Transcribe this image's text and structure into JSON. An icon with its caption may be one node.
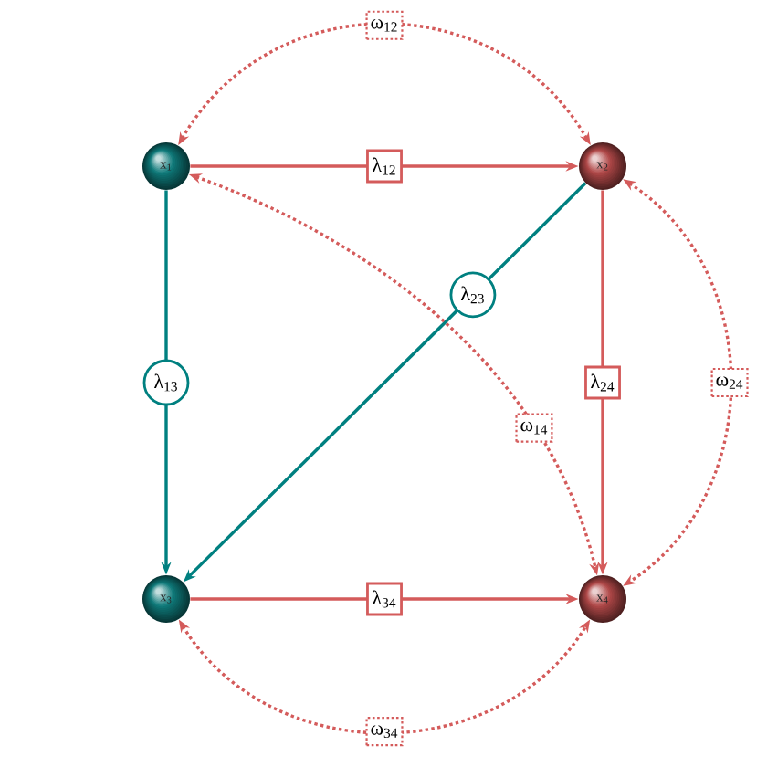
{
  "diagram": {
    "nodes": [
      {
        "text": [
          "x$_{1}$"
        ]
      },
      {
        "text": [
          "x$_{2}$"
        ]
      },
      {
        "text": [
          "x$_{3}$"
        ]
      },
      {
        "text": [
          "x$_{4}$"
        ]
      }
    ],
    "edges": [
      {
        "from": 0,
        "to": 1,
        "arrow": "to",
        "label": "λ$_{12}$"
      },
      {
        "from": 0,
        "to": 2,
        "arrow": "to",
        "label": "λ$_{13}$",
        "color": "#008080"
      },
      {
        "from": 1,
        "to": 2,
        "arrow": "to",
        "label": "λ$_{23}$",
        "color": "#008080"
      },
      {
        "from": 1,
        "to": 3,
        "arrow": "to",
        "label": "λ$_{24}$"
      },
      {
        "from": 2,
        "to": 3,
        "arrow": "to",
        "label": "λ$_{34}$"
      },
      {
        "from": 0,
        "to": 1,
        "arrow": "both",
        "label": "ω$_{12}$",
        "style": "dashed"
      },
      {
        "from": 0,
        "to": 3,
        "arrow": "both",
        "label": "ω$_{14}$",
        "style": "dashed"
      },
      {
        "from": 1,
        "to": 3,
        "arrow": "both",
        "label": "ω$_{24}$",
        "style": "dashed"
      },
      {
        "from": 2,
        "to": 3,
        "arrow": "both",
        "label": "ω$_{34}$",
        "style": "dashed"
      }
    ]
  }
}
